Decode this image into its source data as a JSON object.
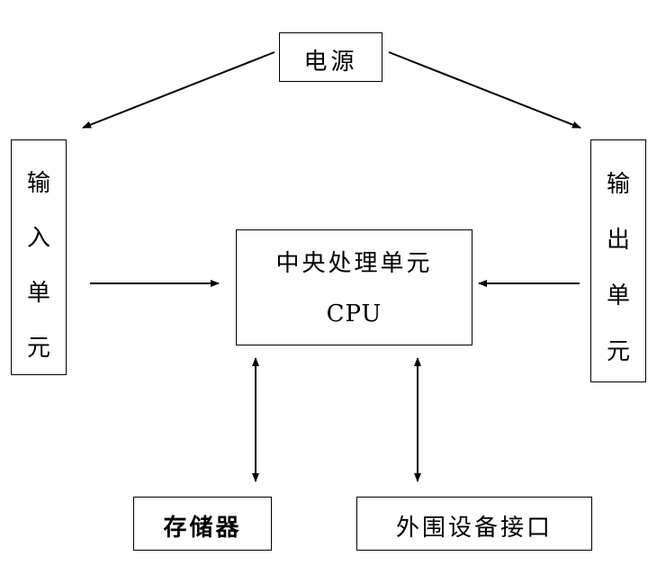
{
  "power": {
    "label": "电源"
  },
  "input_unit": {
    "chars": [
      "输",
      "入",
      "单",
      "元"
    ]
  },
  "output_unit": {
    "chars": [
      "输",
      "出",
      "单",
      "元"
    ]
  },
  "cpu": {
    "title": "中央处理单元",
    "subtitle": "CPU"
  },
  "memory": {
    "label": "存储器"
  },
  "peripheral": {
    "label": "外围设备接口"
  }
}
